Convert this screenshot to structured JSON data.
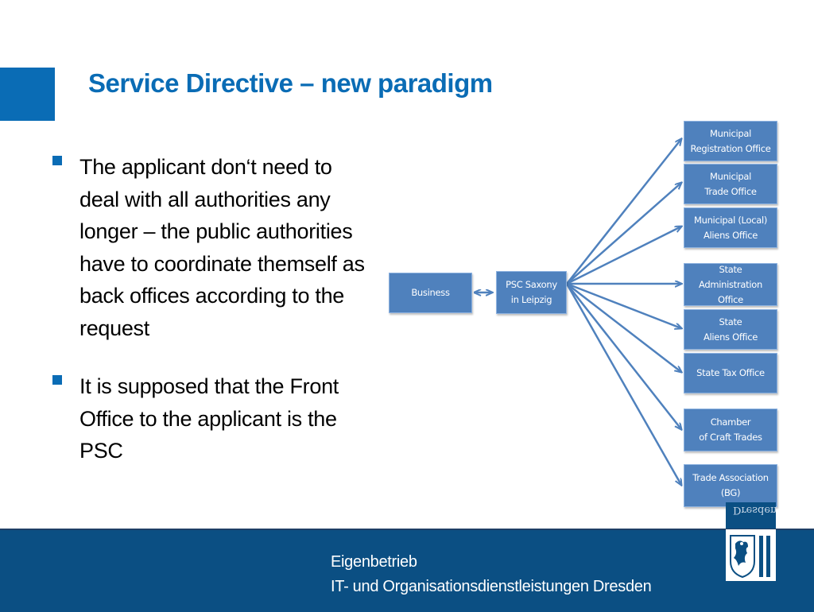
{
  "slide": {
    "title": "Service Directive – new paradigm",
    "bullets": [
      "The applicant don‘t need to deal with all authorities any longer – the public authorities have to coordinate themself as back offices according to the request",
      "It is supposed that the Front Office to the applicant is the PSC"
    ]
  },
  "diagram": {
    "business": "Business",
    "hub": "PSC Saxony\nin Leipzig",
    "authorities": [
      "Municipal\nRegistration Office",
      "Municipal\nTrade Office",
      "Municipal (Local)\nAliens Office",
      "State\nAdministration\nOffice",
      "State\nAliens Office",
      "State Tax Office",
      "Chamber\nof Craft Trades",
      "Trade Association\n(BG)"
    ]
  },
  "footer": {
    "line1": "Eigenbetrieb",
    "line2": "IT- und Organisationsdienstleistungen Dresden",
    "city_mark": "Dresden"
  },
  "colors": {
    "accent": "#0a6cb5",
    "footer_bg": "#0b4f83",
    "box_fill": "#4f81bd",
    "arrow": "#4f81bd"
  }
}
